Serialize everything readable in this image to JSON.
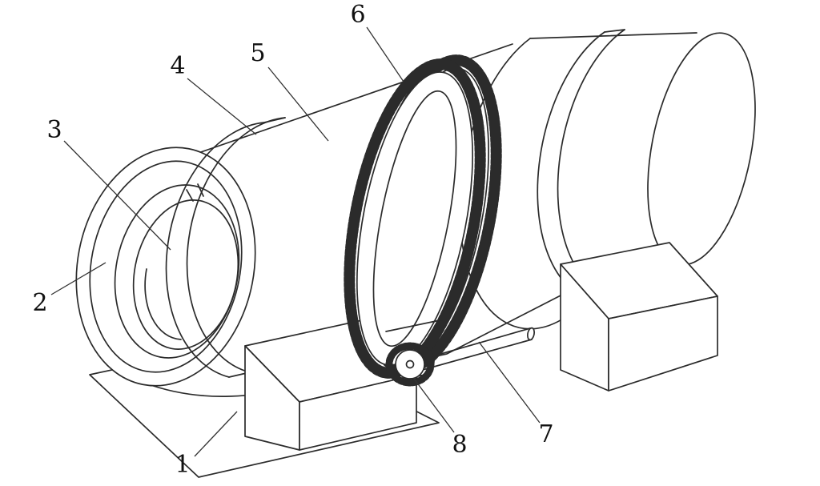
{
  "figure": {
    "background_color": "#ffffff",
    "line_color": "#2b2b2b"
  },
  "callouts": [
    {
      "label": "1"
    },
    {
      "label": "2"
    },
    {
      "label": "3"
    },
    {
      "label": "4"
    },
    {
      "label": "5"
    },
    {
      "label": "6"
    },
    {
      "label": "7"
    },
    {
      "label": "8"
    }
  ]
}
